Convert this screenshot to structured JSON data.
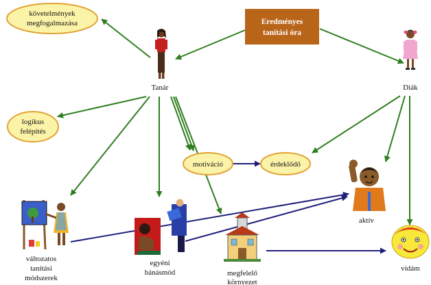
{
  "diagram": {
    "central_box": {
      "line1": "Eredményes",
      "line2": "tanítási óra"
    },
    "ovals": {
      "requirements": {
        "line1": "követelmények",
        "line2": "megfogalmazása"
      },
      "logical": {
        "line1": "logikus",
        "line2": "felépítés"
      },
      "motivation": {
        "label": "motiváció"
      },
      "interest": {
        "label": "érdeklődő"
      }
    },
    "figures": {
      "teacher": {
        "label": "Tanár"
      },
      "student": {
        "label": "Diák"
      },
      "methods": {
        "line1": "változatos",
        "line2": "tanítási",
        "line3": "módszerek"
      },
      "individual": {
        "line1": "egyéni",
        "line2": "bánásmód"
      },
      "environment": {
        "line1": "megfelelő",
        "line2": "környezet"
      },
      "active": {
        "label": "aktív"
      },
      "cheerful": {
        "label": "vidám"
      }
    },
    "colors": {
      "oval_fill": "#fbf3a8",
      "oval_stroke": "#e2a235",
      "box_fill": "#b8651a",
      "green_arrow": "#2e7d1e",
      "navy_arrow": "#1f1f7a"
    }
  }
}
